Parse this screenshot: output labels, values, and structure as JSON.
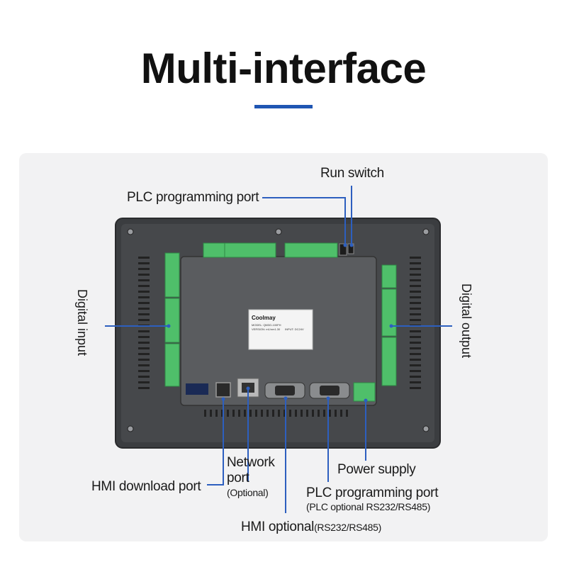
{
  "title": "Multi-interface",
  "device": {
    "brand": "Coolmay",
    "label_lines": [
      "MODEL: QM3G-100FH",
      "VERSION: m1/nm1.30",
      "INPUT: DC24V"
    ]
  },
  "labels": {
    "run_switch": "Run switch",
    "plc_port_top": "PLC programming port",
    "digital_input": "Digital input",
    "digital_output": "Digital output",
    "network_port_line1": "Network",
    "network_port_line2": "port",
    "network_port_optional": "(Optional)",
    "hmi_download": "HMI download port",
    "power_supply": "Power supply",
    "plc_port_bottom": "PLC programming port",
    "plc_port_bottom_sub": "(PLC optional RS232/RS485)",
    "hmi_optional": "HMI  optional",
    "hmi_optional_sub": "(RS232/RS485)"
  },
  "colors": {
    "accent": "#1f56b3",
    "leader": "#2d5fbf",
    "terminal_green": "#4fbf6a"
  }
}
